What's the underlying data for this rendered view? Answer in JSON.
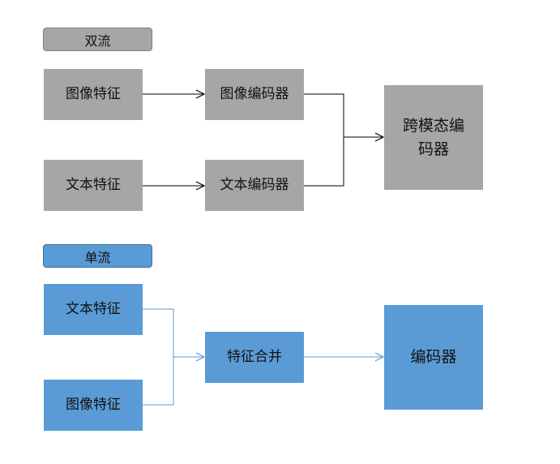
{
  "dual_stream": {
    "label": "双流",
    "image_feature": "图像特征",
    "text_feature": "文本特征",
    "image_encoder": "图像编码器",
    "text_encoder": "文本编码器",
    "cross_modal_encoder": "跨模态编码器",
    "color": "#a6a6a6"
  },
  "single_stream": {
    "label": "单流",
    "text_feature": "文本特征",
    "image_feature": "图像特征",
    "feature_merge": "特征合并",
    "encoder": "编码器",
    "color": "#5b9bd5"
  }
}
